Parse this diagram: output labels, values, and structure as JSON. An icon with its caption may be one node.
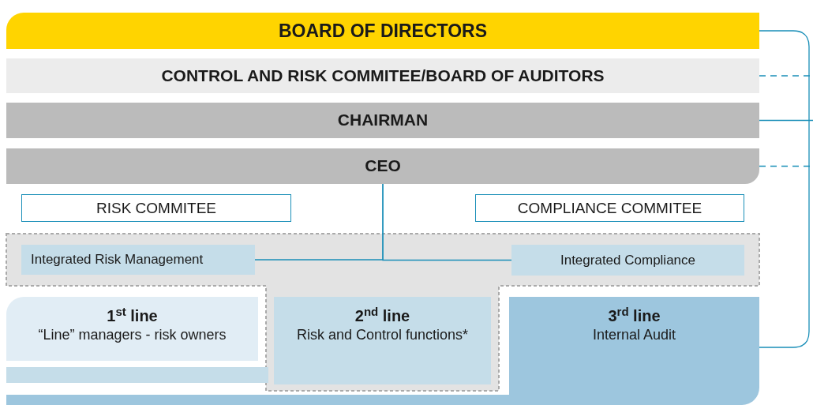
{
  "diagram": {
    "nodes": [
      {
        "text": [
          "BOARD OF DIRECTORS"
        ]
      },
      {
        "text": [
          "CONTROL AND RISK COMMITEE/BOARD OF AUDITORS"
        ]
      },
      {
        "text": [
          "CHAIRMAN"
        ]
      },
      {
        "text": [
          "CEO"
        ]
      },
      {
        "text": [
          "RISK COMMITEE"
        ]
      },
      {
        "text": [
          "COMPLIANCE COMMITEE"
        ]
      },
      {
        "text": [
          "Integrated Risk Management"
        ]
      },
      {
        "text": [
          "Integrated Compliance"
        ]
      },
      {
        "text": [
          "1$^{st}$ line",
          "“Line” managers - risk owners"
        ]
      },
      {
        "text": [
          "2$^{nd}$ line",
          "Risk and Control functions*"
        ]
      },
      {
        "text": [
          "3$^{rd}$ line",
          "Internal Audit"
        ]
      }
    ],
    "edges": [
      {
        "from": 0,
        "to": 10,
        "arrow": "none"
      },
      {
        "from": 1,
        "to": null,
        "arrow": "none",
        "style": "dashed"
      },
      {
        "from": 2,
        "to": null,
        "arrow": "none"
      },
      {
        "from": 3,
        "to": null,
        "arrow": "none",
        "style": "dashed"
      },
      {
        "from": 3,
        "to": 6,
        "arrow": "none"
      },
      {
        "from": 3,
        "to": 7,
        "arrow": "none"
      }
    ]
  }
}
